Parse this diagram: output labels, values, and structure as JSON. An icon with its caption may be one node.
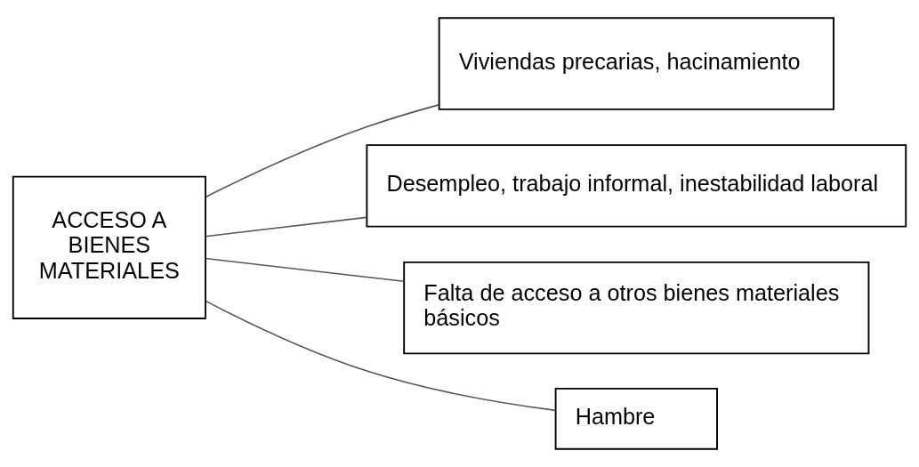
{
  "diagram": {
    "nodes": [
      {
        "text": [
          "ACCESO A BIENES MATERIALES"
        ]
      },
      {
        "text": [
          "Viviendas precarias, hacinamiento"
        ]
      },
      {
        "text": [
          "Desempleo, trabajo informal, inestabilidad laboral"
        ]
      },
      {
        "text": [
          "Falta de acceso a otros bienes materiales básicos"
        ]
      },
      {
        "text": [
          "Hambre"
        ]
      }
    ],
    "edges": [
      {
        "from": 0,
        "to": 1,
        "arrow": "none"
      },
      {
        "from": 0,
        "to": 2,
        "arrow": "none"
      },
      {
        "from": 0,
        "to": 3,
        "arrow": "none"
      },
      {
        "from": 0,
        "to": 4,
        "arrow": "none"
      }
    ]
  }
}
